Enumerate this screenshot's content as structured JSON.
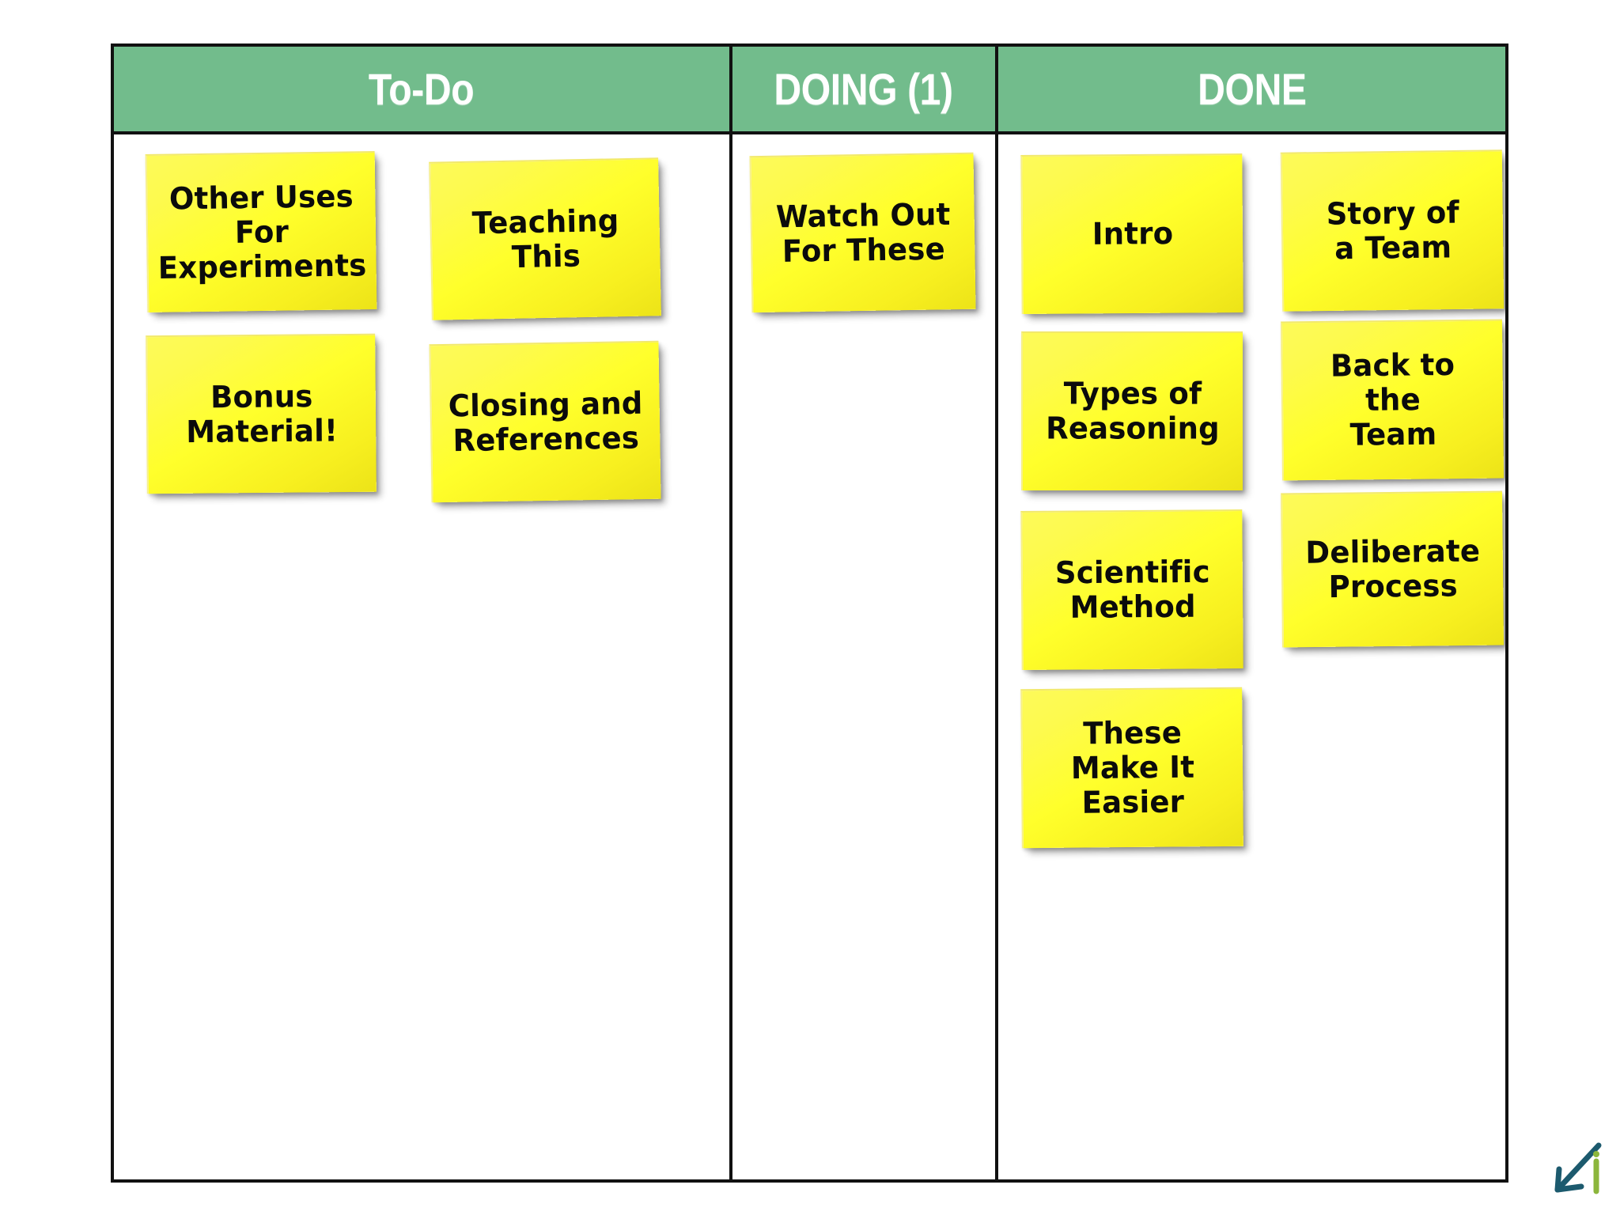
{
  "board": {
    "accent_green": "#72bc8c",
    "note_yellow": "#ffff2b",
    "border_color": "#111111",
    "columns": [
      {
        "id": "todo",
        "title": "To-Do",
        "notes": [
          {
            "id": "other-uses-for-experiments",
            "text": "Other Uses\nFor\nExperiments"
          },
          {
            "id": "teaching-this",
            "text": "Teaching\nThis"
          },
          {
            "id": "bonus-material",
            "text": "Bonus\nMaterial!"
          },
          {
            "id": "closing-and-references",
            "text": "Closing and\nReferences"
          }
        ]
      },
      {
        "id": "doing",
        "title": "DOING (1)",
        "notes": [
          {
            "id": "watch-out-for-these",
            "text": "Watch Out\nFor These"
          }
        ]
      },
      {
        "id": "done",
        "title": "DONE",
        "notes": [
          {
            "id": "intro",
            "text": "Intro"
          },
          {
            "id": "story-of-a-team",
            "text": "Story of\na Team"
          },
          {
            "id": "types-of-reasoning",
            "text": "Types of\nReasoning"
          },
          {
            "id": "back-to-the-team",
            "text": "Back to\nthe\nTeam"
          },
          {
            "id": "scientific-method",
            "text": "Scientific\nMethod"
          },
          {
            "id": "deliberate-process",
            "text": "Deliberate\nProcess"
          },
          {
            "id": "these-make-it-easier",
            "text": "These\nMake It\nEasier"
          }
        ]
      }
    ]
  },
  "logo": {
    "arrow_color": "#1c5a6e",
    "letter_color": "#8cb63c",
    "letter": "i"
  }
}
